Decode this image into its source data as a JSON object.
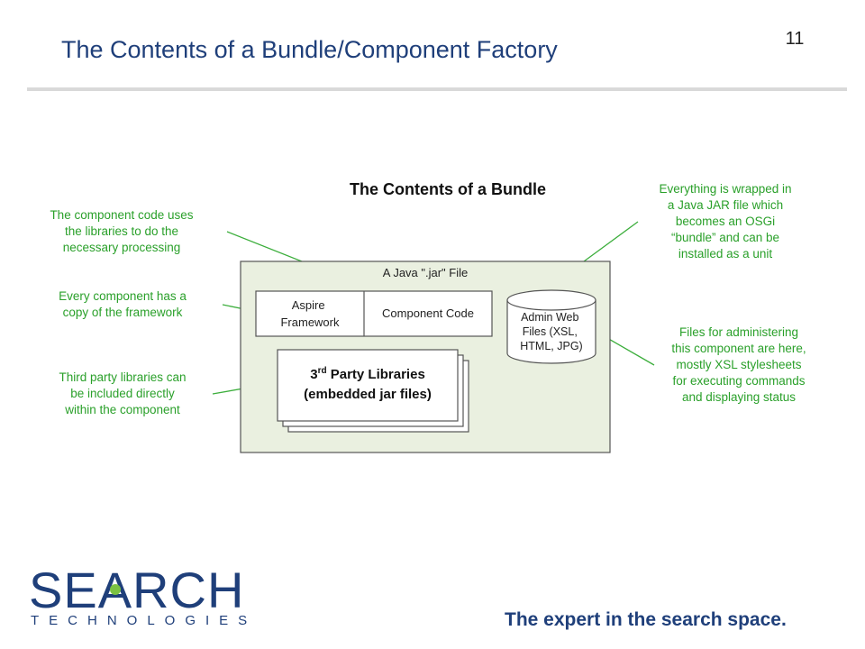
{
  "slide": {
    "title": "The Contents of a Bundle/Component Factory",
    "page_number": "11"
  },
  "diagram": {
    "heading": "The Contents of a Bundle",
    "jar_label": "A Java \".jar\" File",
    "aspire_framework": [
      "Aspire",
      "Framework"
    ],
    "component_code": "Component Code",
    "admin_web_files": [
      "Admin Web",
      "Files (XSL,",
      "HTML, JPG)"
    ],
    "third_party": {
      "sup": "rd",
      "base": "3",
      "rest": " Party Libraries",
      "line2": "(embedded jar files)"
    },
    "notes": {
      "component_code_note": [
        "The component code uses",
        "the libraries to do the",
        "necessary processing"
      ],
      "framework_note": [
        "Every component has a",
        "copy of the framework"
      ],
      "third_party_note": [
        "Third party libraries can",
        "be included directly",
        "within the component"
      ],
      "jar_note": [
        "Everything is wrapped in",
        "a Java JAR file which",
        "becomes an OSGi",
        "“bundle” and can be",
        "installed as a unit"
      ],
      "admin_note": [
        "Files for administering",
        "this component are here,",
        "mostly XSL stylesheets",
        "for executing commands",
        "and displaying status"
      ]
    },
    "colors": {
      "note_text": "#2aa02a",
      "connector": "#3cae3c",
      "jar_fill": "#eaf0e0",
      "box_stroke": "#555555"
    }
  },
  "footer": {
    "logo_word": "SEARCH",
    "logo_sub": "TECHNOLOGIES",
    "tagline": "The expert in the search space."
  }
}
